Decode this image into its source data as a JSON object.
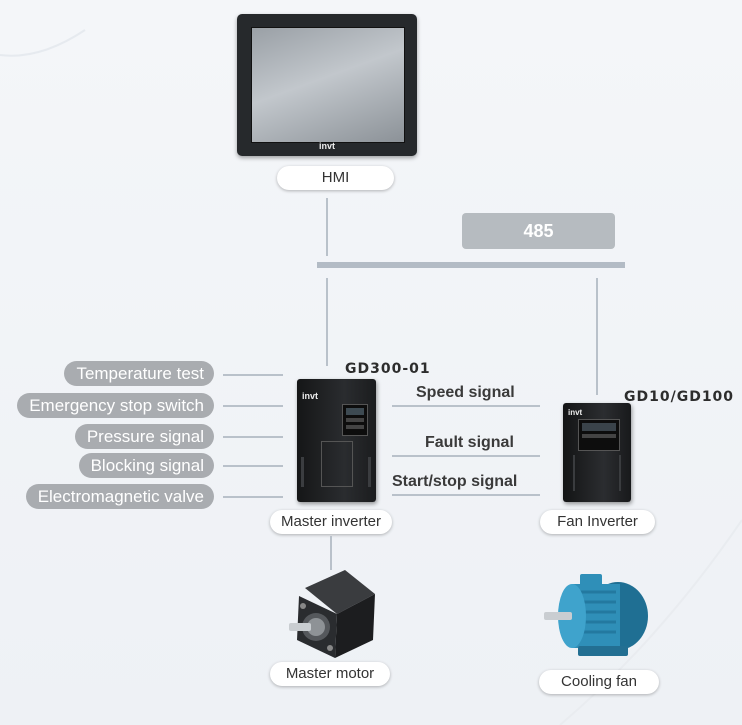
{
  "hmi": {
    "label": "HMI",
    "brand": "invt"
  },
  "bus": {
    "label": "485"
  },
  "master_inverter": {
    "model": "GD300-01",
    "label": "Master inverter",
    "brand": "invt"
  },
  "fan_inverter": {
    "model": "GD10/GD100",
    "label": "Fan Inverter",
    "brand": "invt"
  },
  "inputs": [
    "Temperature test",
    "Emergency stop switch",
    "Pressure signal",
    "Blocking signal",
    "Electromagnetic valve"
  ],
  "signals": [
    "Speed signal",
    "Fault signal",
    "Start/stop signal"
  ],
  "master_motor": {
    "label": "Master motor"
  },
  "cooling_fan": {
    "label": "Cooling fan"
  },
  "colors": {
    "line": "#b9c1ca",
    "gray_pill": "#a9acb0",
    "bus_label": "#b6bbc0",
    "fan_blue": "#2f8fb8"
  }
}
